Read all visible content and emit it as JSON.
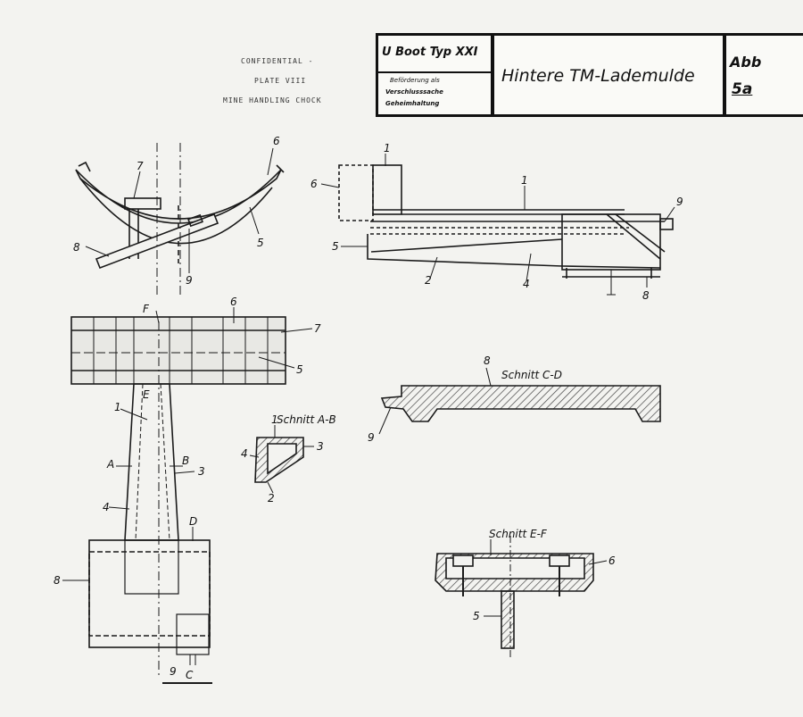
{
  "header": {
    "line1": "CONFIDENTIAL -",
    "line2": "PLATE VIII",
    "line3": "MINE HANDLING CHOCK"
  },
  "title_block": {
    "drawing_ref": "U Boot Typ XXI",
    "stamp_lines": [
      "Beförderung als",
      "Verschlusssache",
      "Geheimhaltung"
    ],
    "title": "Hintere TM-Lademulde",
    "abb_label": "Abb",
    "abb_number": "5a"
  },
  "section_labels": {
    "ab": "Schnitt A-B",
    "cd": "Schnitt C-D",
    "ef": "Schnitt E-F"
  },
  "part_numbers": {
    "p1": "1",
    "p2": "2",
    "p3": "3",
    "p4": "4",
    "p5": "5",
    "p6": "6",
    "p7": "7",
    "p8": "8",
    "p9": "9"
  },
  "cut_letters": {
    "a": "A",
    "b": "B",
    "c": "C",
    "d": "D",
    "e": "E",
    "f": "F"
  },
  "colors": {
    "ink": "#1a1a1a",
    "paper": "#f3f3f0",
    "hatch": "#444444"
  }
}
